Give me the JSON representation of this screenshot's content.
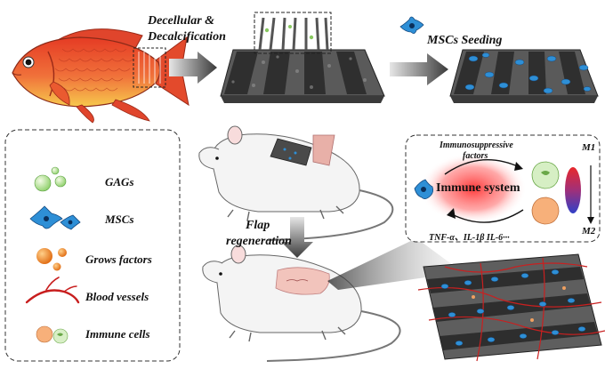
{
  "process": {
    "step1_line1": "Decellular &",
    "step1_line2": "Decalcification",
    "step2": "MSCs Seeding",
    "step3_line1": "Flap",
    "step3_line2": "regeneration"
  },
  "legend": {
    "items": [
      {
        "label": "GAGs"
      },
      {
        "label": "MSCs"
      },
      {
        "label": "Grows factors"
      },
      {
        "label": "Blood vessels"
      },
      {
        "label": "Immune cells"
      }
    ]
  },
  "immune_panel": {
    "center": "Immune system",
    "top_line1": "Immunosuppressive",
    "top_line2": "factors",
    "bottom": "TNF-α、IL-1β   IL-6···",
    "m1": "M1",
    "m2": "M2"
  },
  "colors": {
    "fish_body": "#e8432a",
    "fish_belly": "#f6c94c",
    "scaffold": "#4a4a4a",
    "msc": "#2e8fd6",
    "arrow": "#555555",
    "immune_glow": "#f04040"
  }
}
